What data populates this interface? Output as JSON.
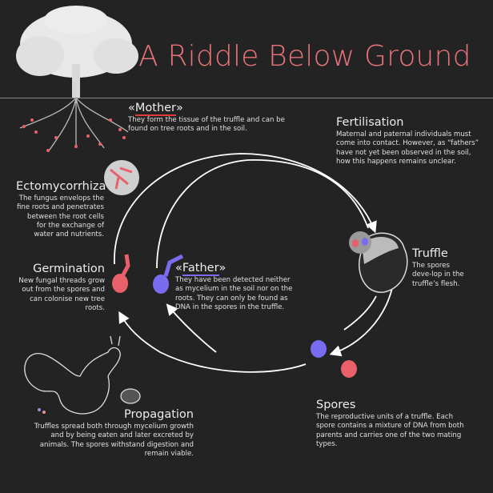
{
  "title": "A Riddle Below Ground",
  "colors": {
    "title": "#e8747a",
    "mother": "#e8606a",
    "father": "#7a6cf0",
    "background": "#232323"
  },
  "sections": {
    "mother": {
      "heading_pre": "«",
      "heading": "Mother",
      "heading_post": "»",
      "body": "They form the tissue of the truffle and can be found on tree roots and in the soil."
    },
    "fertilisation": {
      "heading": "Fertilisation",
      "body": "Maternal and paternal individuals must come into contact. However, as “fathers” have not yet been observed in the soil, how this happens remains unclear."
    },
    "ectomycorrhiza": {
      "heading": "Ectomycorrhiza",
      "body": "The fungus envelops the fine roots and penetrates between the root cells for the exchange of water and nutrients."
    },
    "germination": {
      "heading": "Germination",
      "body": "New fungal threads grow out from the spores and can colonise new tree roots."
    },
    "father": {
      "heading_pre": "«",
      "heading": "Father",
      "heading_post": "»",
      "body": "They have been detected neither as mycelium in the soil nor on the roots. They can only be found as DNA in the spores in the truffle."
    },
    "truffle": {
      "heading": "Truffle",
      "body": "The spores deve-lop in the truffle’s flesh."
    },
    "spores": {
      "heading": "Spores",
      "body": "The reproductive units of a truffle. Each spore contains a mixture of DNA from both parents and carries one of the two mating types."
    },
    "propagation": {
      "heading": "Propagation",
      "body": "Truffles spread both through mycelium growth and by being eaten and later excreted by animals. The spores withstand digestion and remain viable."
    }
  }
}
